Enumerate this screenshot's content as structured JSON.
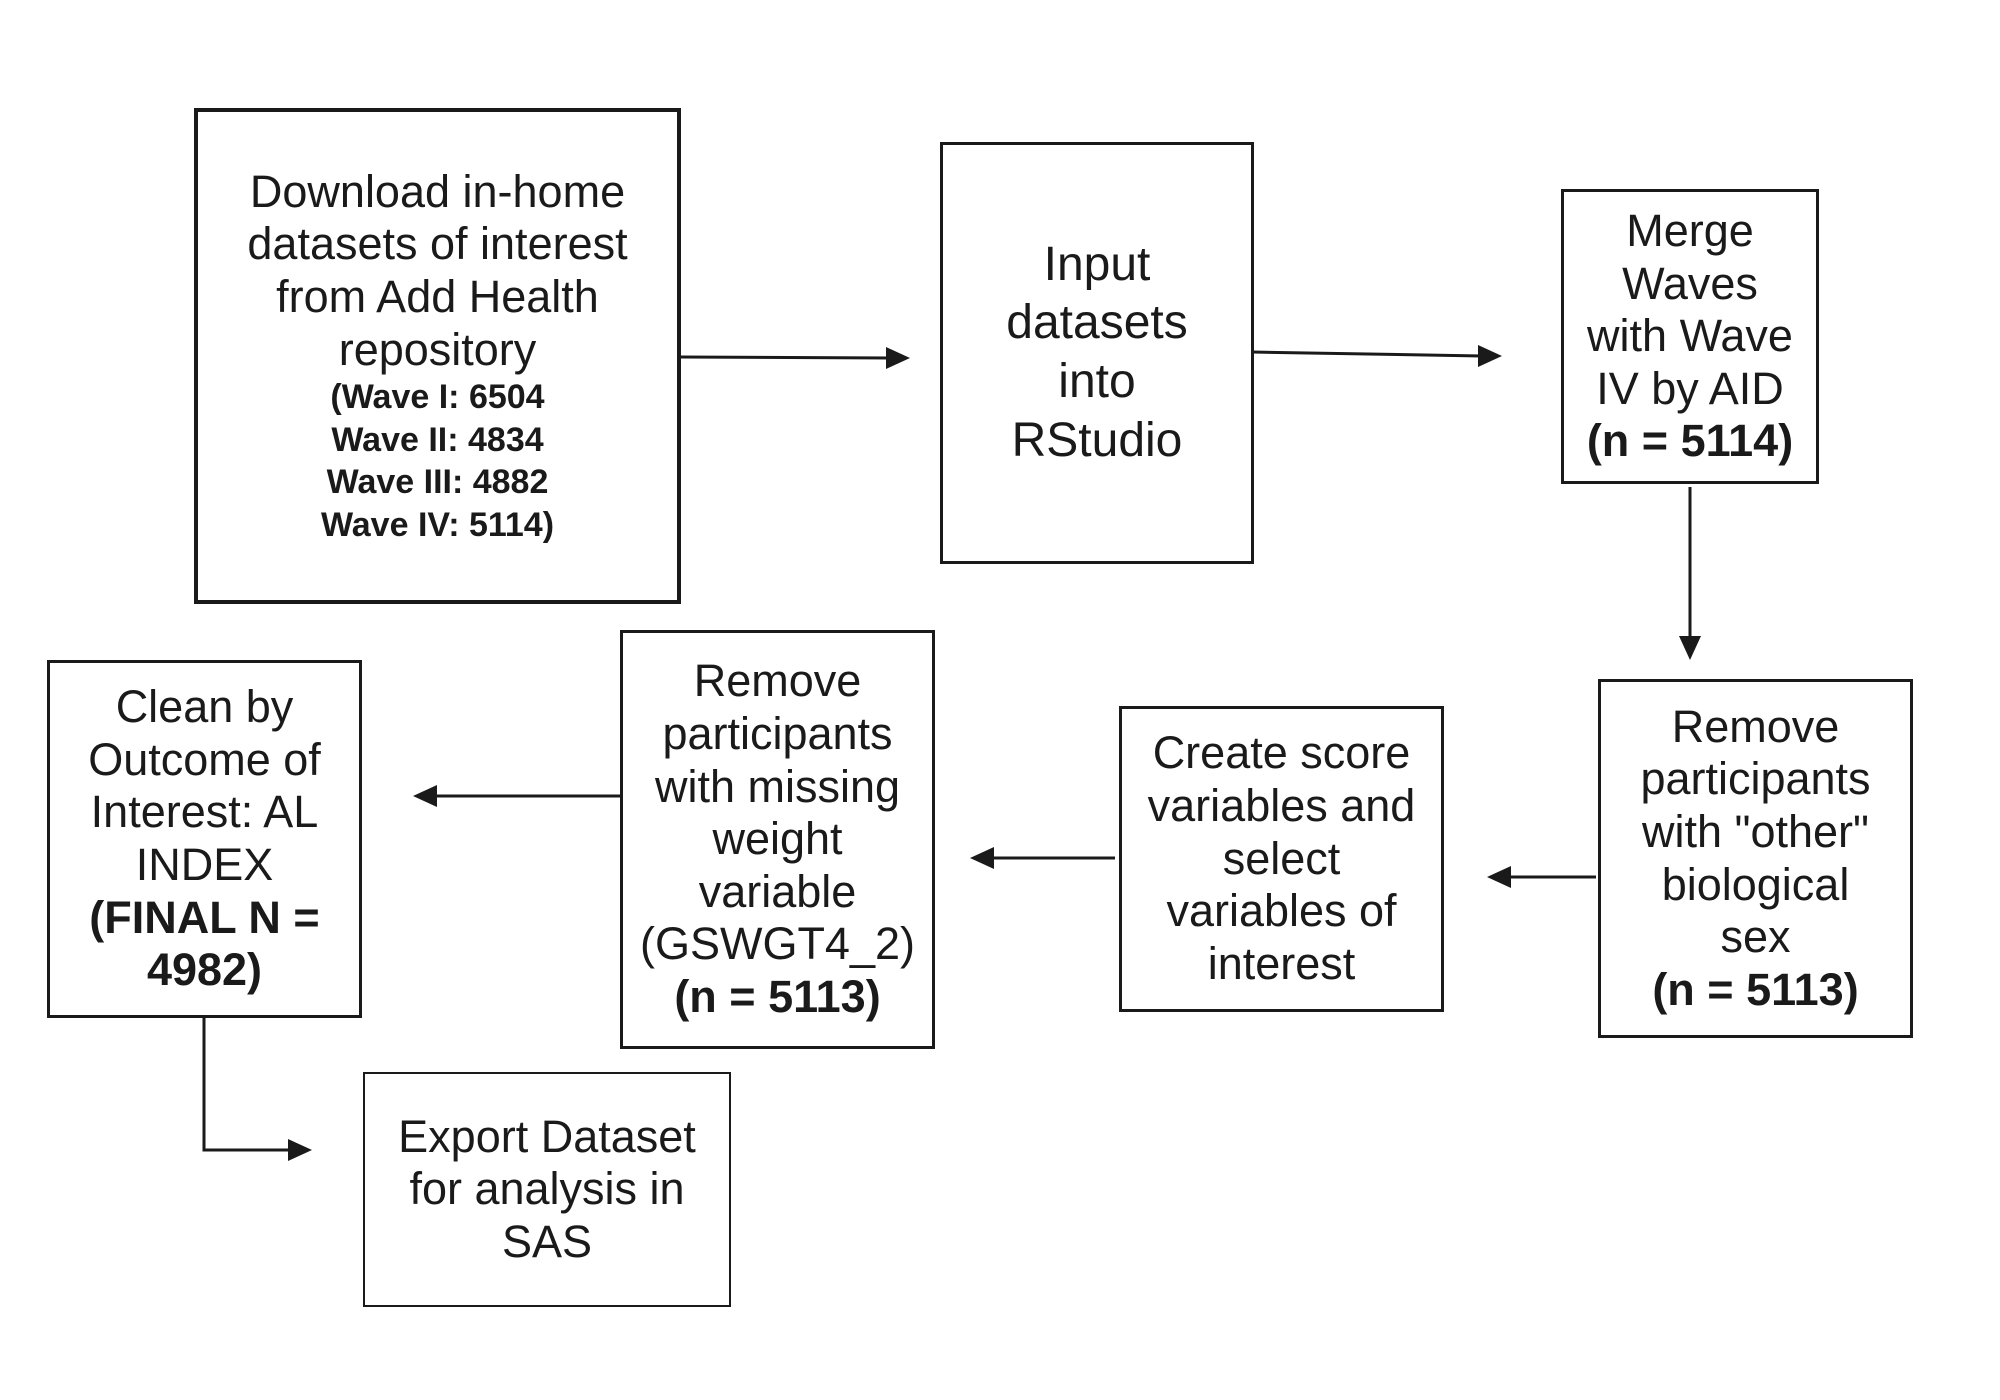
{
  "boxes": {
    "download": {
      "lines": [
        "Download in-home",
        "datasets of interest",
        "from Add Health",
        "repository"
      ],
      "counts": [
        "(Wave I: 6504",
        "Wave II: 4834",
        "Wave III: 4882",
        "Wave IV: 5114)"
      ]
    },
    "input": {
      "lines": [
        "Input",
        "datasets",
        "into",
        "RStudio"
      ]
    },
    "merge": {
      "lines": [
        "Merge",
        "Waves",
        "with Wave",
        "IV by AID"
      ],
      "count": "(n = 5114)"
    },
    "remove_sex": {
      "lines": [
        "Remove",
        "participants",
        "with \"other\"",
        "biological",
        "sex"
      ],
      "count": "(n = 5113)"
    },
    "create_score": {
      "lines": [
        "Create score",
        "variables and",
        "select",
        "variables of",
        "interest"
      ]
    },
    "remove_weight": {
      "lines": [
        "Remove",
        "participants",
        "with missing",
        "weight",
        "variable",
        "(GSWGT4_2)"
      ],
      "count": "(n = 5113)"
    },
    "clean": {
      "lines": [
        "Clean by",
        "Outcome of",
        "Interest: AL",
        "INDEX"
      ],
      "final": [
        "(FINAL N =",
        "4982)"
      ]
    },
    "export": {
      "lines": [
        "Export Dataset",
        "for analysis in",
        "SAS"
      ]
    }
  }
}
